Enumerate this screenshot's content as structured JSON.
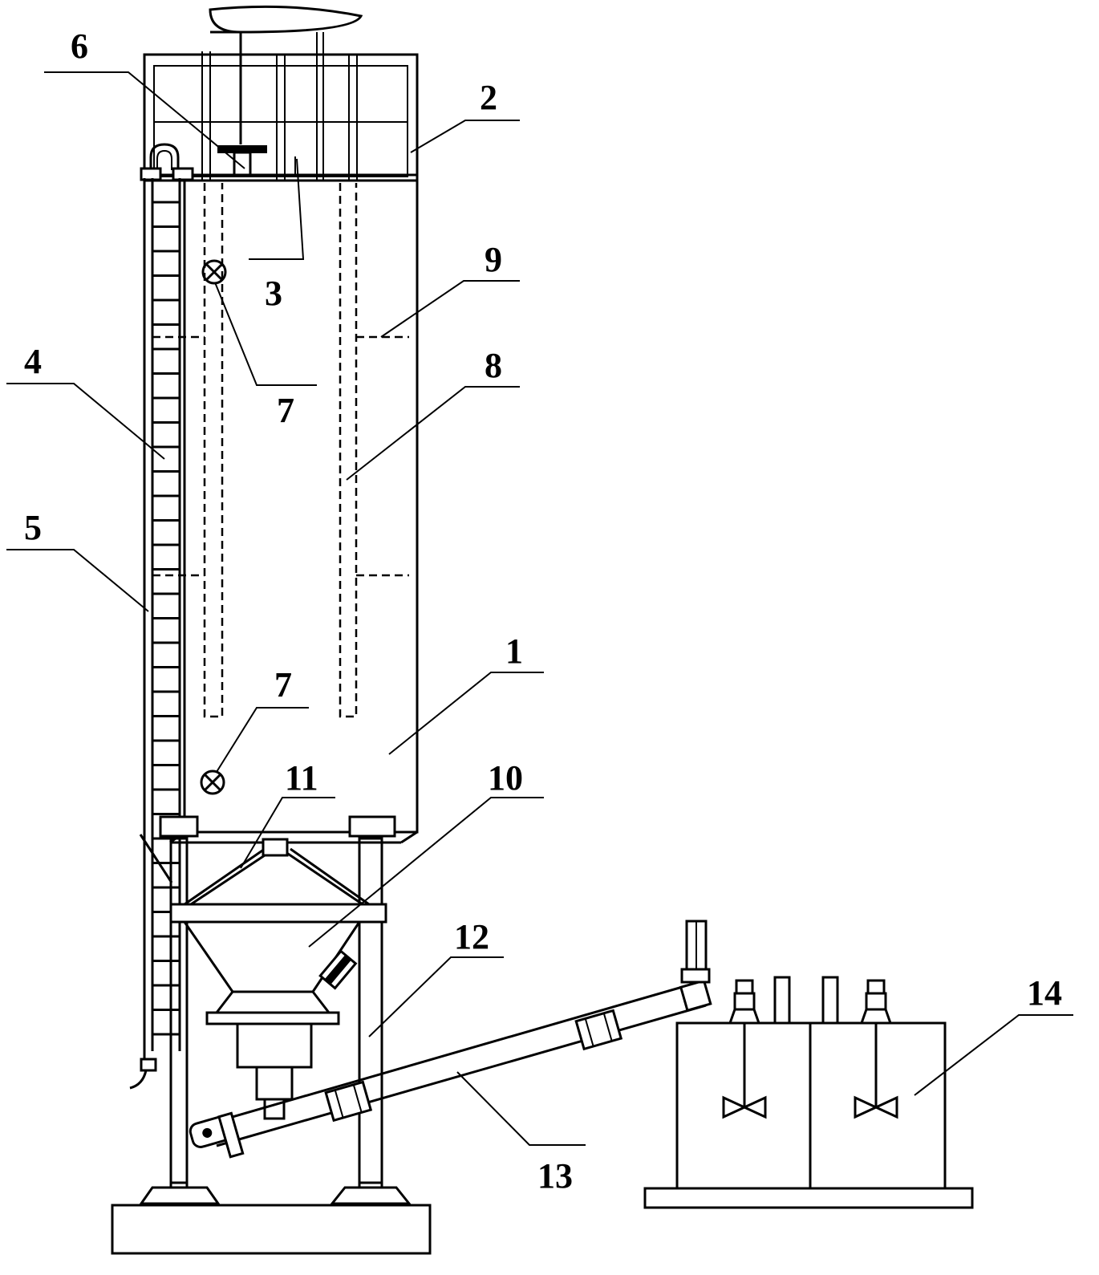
{
  "callouts": [
    {
      "id": "1",
      "text": "1"
    },
    {
      "id": "2",
      "text": "2"
    },
    {
      "id": "3",
      "text": "3"
    },
    {
      "id": "4",
      "text": "4"
    },
    {
      "id": "5",
      "text": "5"
    },
    {
      "id": "6",
      "text": "6"
    },
    {
      "id": "7a",
      "text": "7"
    },
    {
      "id": "7b",
      "text": "7"
    },
    {
      "id": "8",
      "text": "8"
    },
    {
      "id": "9",
      "text": "9"
    },
    {
      "id": "10",
      "text": "10"
    },
    {
      "id": "11",
      "text": "11"
    },
    {
      "id": "12",
      "text": "12"
    },
    {
      "id": "13",
      "text": "13"
    },
    {
      "id": "14",
      "text": "14"
    }
  ]
}
